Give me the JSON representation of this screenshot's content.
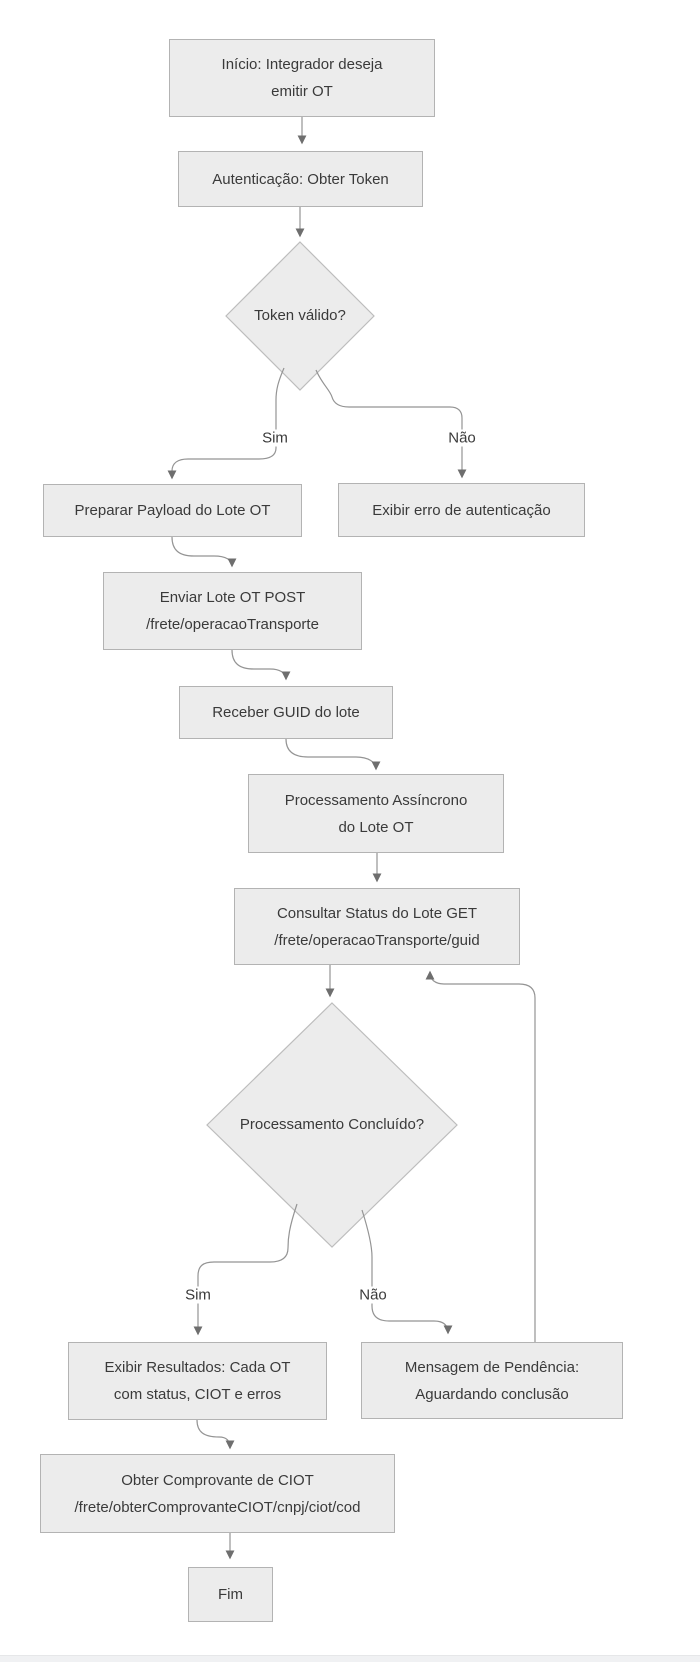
{
  "diagram": {
    "title": "Fluxo de emissão de OT (flowchart)",
    "language": "pt-BR",
    "colors": {
      "background": "#ffffff",
      "node_fill": "#ececec",
      "node_border": "#b3b3b3",
      "edge_line": "#949494",
      "arrowhead": "#6e6e6e",
      "text": "#3a3a3a"
    },
    "nodes": {
      "inicio": {
        "shape": "rect",
        "line1": "Início: Integrador deseja",
        "line2": "emitir OT"
      },
      "auth": {
        "shape": "rect",
        "line1": "Autenticação: Obter Token"
      },
      "token_valido": {
        "shape": "diamond",
        "line1": "Token válido?"
      },
      "preparar": {
        "shape": "rect",
        "line1": "Preparar Payload do Lote OT"
      },
      "erro_auth": {
        "shape": "rect",
        "line1": "Exibir erro de autenticação"
      },
      "enviar": {
        "shape": "rect",
        "line1": "Enviar Lote OT POST",
        "line2": "/frete/operacaoTransporte"
      },
      "receber": {
        "shape": "rect",
        "line1": "Receber GUID do lote"
      },
      "processamento": {
        "shape": "rect",
        "line1": "Processamento Assíncrono",
        "line2": "do Lote OT"
      },
      "consultar": {
        "shape": "rect",
        "line1": "Consultar Status do Lote GET",
        "line2": "/frete/operacaoTransporte/guid"
      },
      "concluido": {
        "shape": "diamond",
        "line1": "Processamento Concluído?"
      },
      "resultados": {
        "shape": "rect",
        "line1": "Exibir Resultados: Cada OT",
        "line2": "com status, CIOT e erros"
      },
      "pendencia": {
        "shape": "rect",
        "line1": "Mensagem de Pendência:",
        "line2": "Aguardando conclusão"
      },
      "comprovante": {
        "shape": "rect",
        "line1": "Obter Comprovante de CIOT",
        "line2": "/frete/obterComprovanteCIOT/cnpj/ciot/cod"
      },
      "fim": {
        "shape": "rect",
        "line1": "Fim"
      }
    },
    "edge_labels": {
      "sim1": "Sim",
      "nao1": "Não",
      "sim2": "Sim",
      "nao2": "Não"
    },
    "edges": [
      {
        "from": "inicio",
        "to": "auth"
      },
      {
        "from": "auth",
        "to": "token_valido"
      },
      {
        "from": "token_valido",
        "to": "preparar",
        "label": "Sim"
      },
      {
        "from": "token_valido",
        "to": "erro_auth",
        "label": "Não"
      },
      {
        "from": "preparar",
        "to": "enviar"
      },
      {
        "from": "enviar",
        "to": "receber"
      },
      {
        "from": "receber",
        "to": "processamento"
      },
      {
        "from": "processamento",
        "to": "consultar"
      },
      {
        "from": "consultar",
        "to": "concluido"
      },
      {
        "from": "concluido",
        "to": "resultados",
        "label": "Sim"
      },
      {
        "from": "concluido",
        "to": "pendencia",
        "label": "Não"
      },
      {
        "from": "pendencia",
        "to": "consultar",
        "label": ""
      },
      {
        "from": "resultados",
        "to": "comprovante"
      },
      {
        "from": "comprovante",
        "to": "fim"
      }
    ]
  }
}
